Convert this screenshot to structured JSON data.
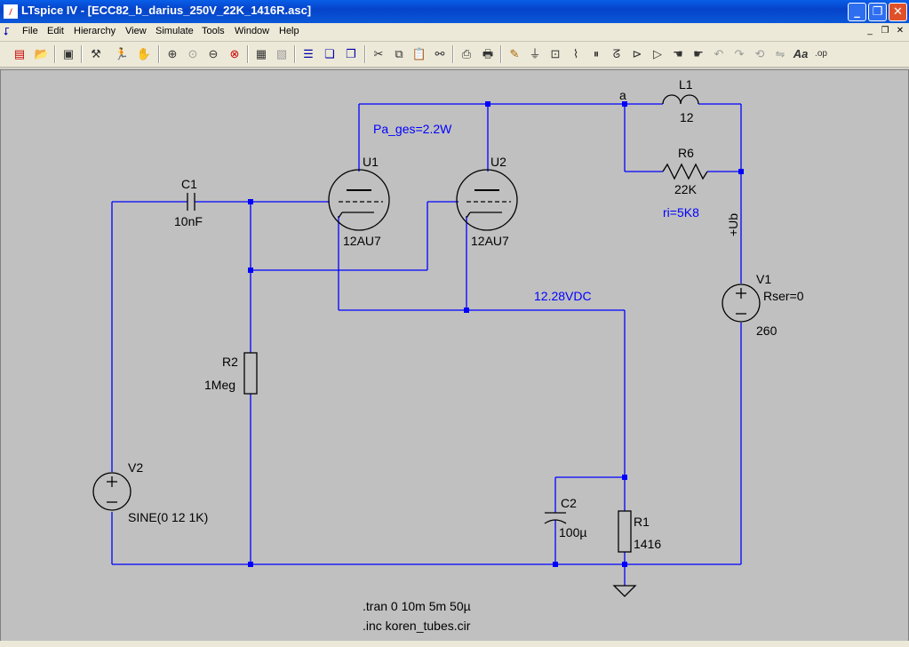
{
  "window": {
    "title": "LTspice IV - [ECC82_b_darius_250V_22K_1416R.asc]"
  },
  "menu": {
    "items": [
      "File",
      "Edit",
      "Hierarchy",
      "View",
      "Simulate",
      "Tools",
      "Window",
      "Help"
    ]
  },
  "schematic": {
    "labels": {
      "c1_name": "C1",
      "c1_value": "10nF",
      "u1_name": "U1",
      "u1_model": "12AU7",
      "u2_name": "U2",
      "u2_model": "12AU7",
      "pa_ges": "Pa_ges=2.2W",
      "node_a": "a",
      "l1_name": "L1",
      "l1_value": "12",
      "r6_name": "R6",
      "r6_value": "22K",
      "ri": "ri=5K8",
      "ub": "+Ub",
      "v1_name": "V1",
      "v1_rser": "Rser=0",
      "v1_value": "260",
      "vdc": "12.28VDC",
      "r2_name": "R2",
      "r2_value": "1Meg",
      "v2_name": "V2",
      "v2_value": "SINE(0 12 1K)",
      "c2_name": "C2",
      "c2_value": "100µ",
      "r1_name": "R1",
      "r1_value": "1416",
      "directive_tran": ".tran 0 10m 5m 50µ",
      "directive_inc": ".inc koren_tubes.cir"
    }
  },
  "colors": {
    "wire": "#0000ff",
    "component": "#000000",
    "canvas": "#c0c0c0",
    "annotation": "#0000ff"
  }
}
